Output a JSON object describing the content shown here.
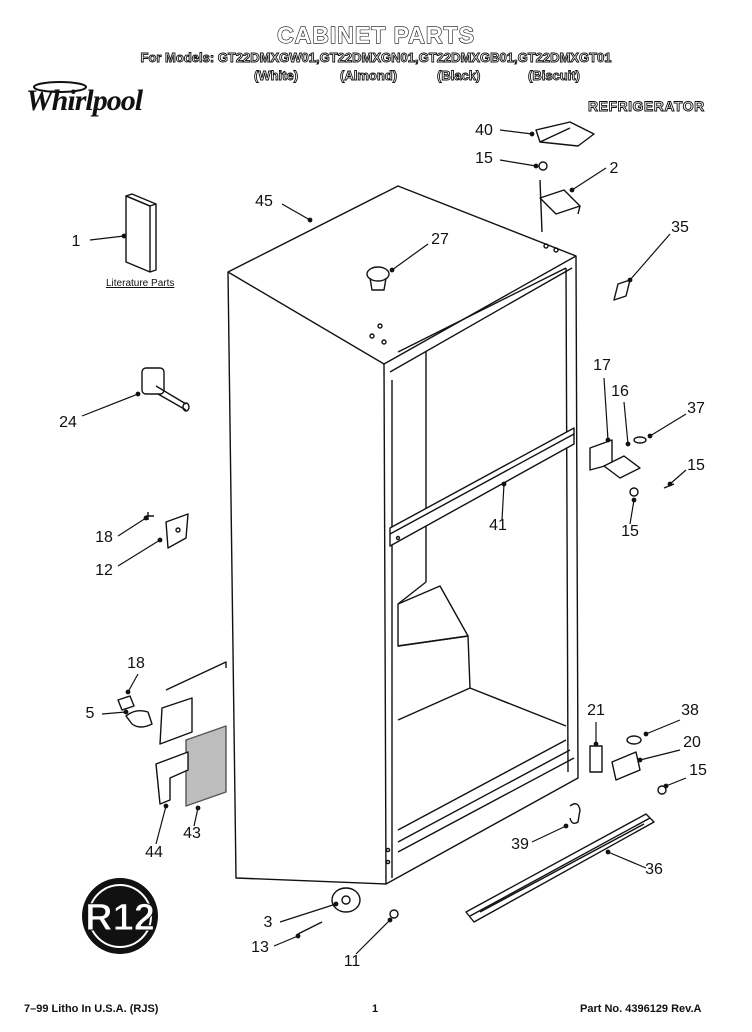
{
  "header": {
    "title": "CABINET PARTS",
    "models": "For Models: GT22DMXGW01,GT22DMXGN01,GT22DMXGB01,GT22DMXGT01",
    "colors": [
      "(White)",
      "(Almond)",
      "(Black)",
      "(Biscuit)"
    ]
  },
  "brand": "Whirlpool",
  "product_type": "REFRIGERATOR",
  "literature_label": "Literature Parts",
  "footer": {
    "left": "7–99 Litho In U.S.A. (RJS)",
    "page": "1",
    "right": "Part No. 4396129 Rev.A"
  },
  "badge": "R12",
  "callouts": [
    "40",
    "15",
    "2",
    "45",
    "27",
    "35",
    "1",
    "24",
    "17",
    "16",
    "37",
    "15",
    "41",
    "15",
    "18",
    "12",
    "18",
    "5",
    "21",
    "38",
    "20",
    "15",
    "44",
    "43",
    "39",
    "36",
    "3",
    "13",
    "11"
  ],
  "colors": {
    "ink": "#111111",
    "paper": "#ffffff",
    "insulation": "#bdbdbd"
  }
}
